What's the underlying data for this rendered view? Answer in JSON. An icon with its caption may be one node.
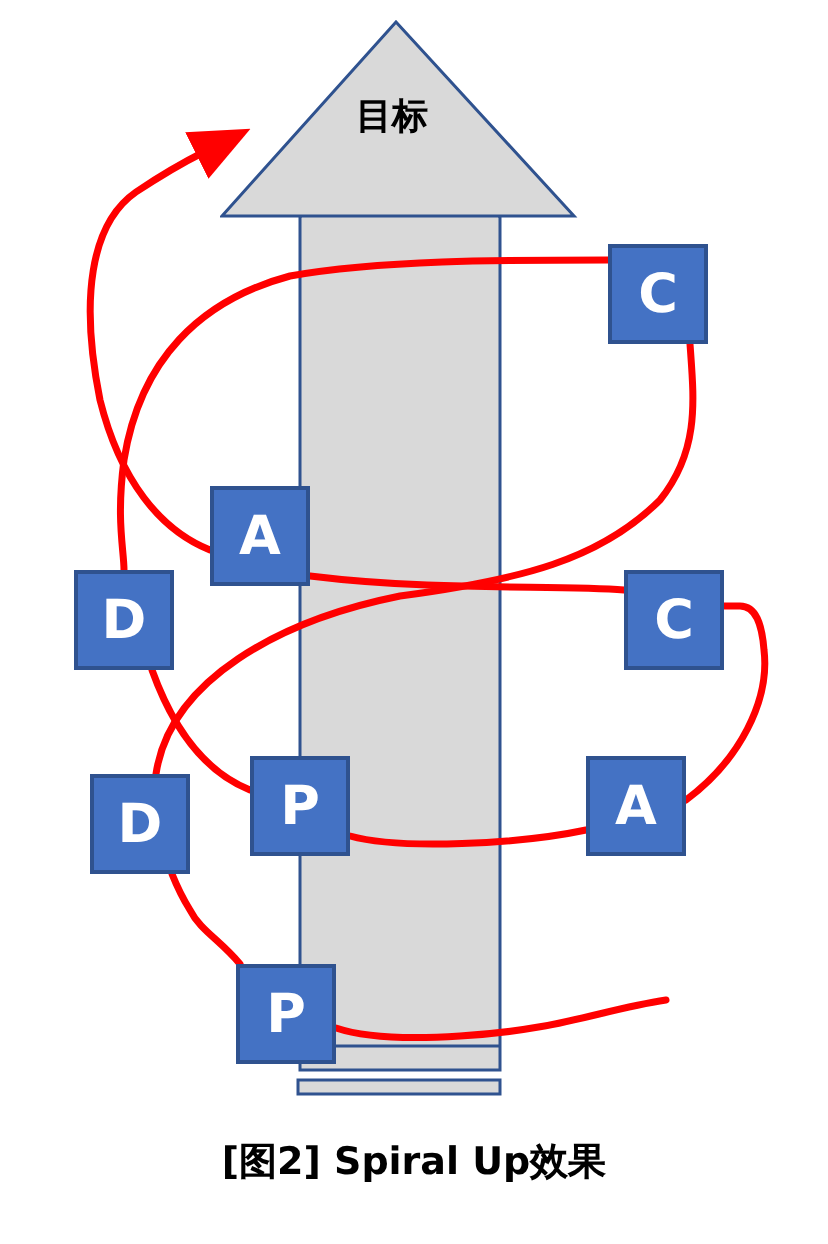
{
  "diagram": {
    "caption": "[图2] Spiral Up效果",
    "nodes": [
      {
        "text": [
          "目标"
        ]
      },
      {
        "text": [
          "C"
        ]
      },
      {
        "text": [
          "A"
        ]
      },
      {
        "text": [
          "D"
        ]
      },
      {
        "text": [
          "C"
        ]
      },
      {
        "text": [
          "D"
        ]
      },
      {
        "text": [
          "P"
        ]
      },
      {
        "text": [
          "A"
        ]
      },
      {
        "text": [
          "P"
        ]
      }
    ],
    "edges": [
      {
        "from": null,
        "to": 8,
        "arrow": "none"
      },
      {
        "from": 8,
        "to": 5,
        "arrow": "none"
      },
      {
        "from": 5,
        "to": 1,
        "arrow": "none"
      },
      {
        "from": 1,
        "to": 3,
        "arrow": "none"
      },
      {
        "from": 3,
        "to": 6,
        "arrow": "none"
      },
      {
        "from": 6,
        "to": 7,
        "arrow": "none"
      },
      {
        "from": 7,
        "to": 4,
        "arrow": "none"
      },
      {
        "from": 4,
        "to": 2,
        "arrow": "none"
      },
      {
        "from": 2,
        "to": 0,
        "arrow": "to"
      }
    ]
  }
}
